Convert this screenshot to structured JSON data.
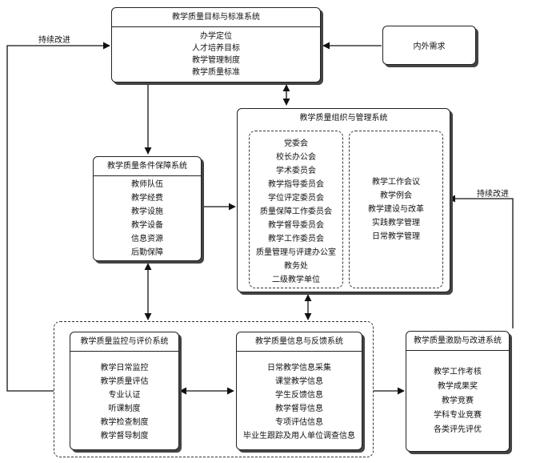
{
  "standards": {
    "title": "教学质量目标与标准系统",
    "items": [
      "办学定位",
      "人才培养目标",
      "教学管理制度",
      "教学质量标准"
    ]
  },
  "external": {
    "title": "内外需求"
  },
  "organization": {
    "title": "教学质量组织与管理系统",
    "left_items": [
      "党委会",
      "校长办公会",
      "学术委员会",
      "教学指导委员会",
      "学位评定委员会",
      "质量保障工作委员会",
      "教学督导委员会",
      "教学工作委员会",
      "质量管理与评建办公室",
      "教务处",
      "二级教学单位"
    ],
    "right_items": [
      "教学工作会议",
      "教学例会",
      "教学建设与改革",
      "实践教学管理",
      "日常教学管理"
    ]
  },
  "conditions": {
    "title": "教学质量条件保障系统",
    "items": [
      "教师队伍",
      "教学经费",
      "教学设施",
      "教学设备",
      "信息资源",
      "后勤保障"
    ]
  },
  "monitoring": {
    "title": "教学质量监控与评价系统",
    "items": [
      "教学日常监控",
      "教学质量评估",
      "专业认证",
      "听课制度",
      "教学检查制度",
      "教学督导制度"
    ]
  },
  "feedback": {
    "title": "教学质量信息与反馈系统",
    "items": [
      "日常教学信息采集",
      "课堂教学信息",
      "学生反馈信息",
      "教学督导信息",
      "专项评估信息",
      "毕业生跟踪及用人单位调查信息"
    ]
  },
  "incentive": {
    "title": "教学质量激励与改进系统",
    "items": [
      "教学工作考核",
      "教学成果奖",
      "教学竞赛",
      "学科专业竞赛",
      "各类评先评优"
    ]
  },
  "labels": {
    "left_loop": "持续改进",
    "right_loop": "持续改进"
  }
}
